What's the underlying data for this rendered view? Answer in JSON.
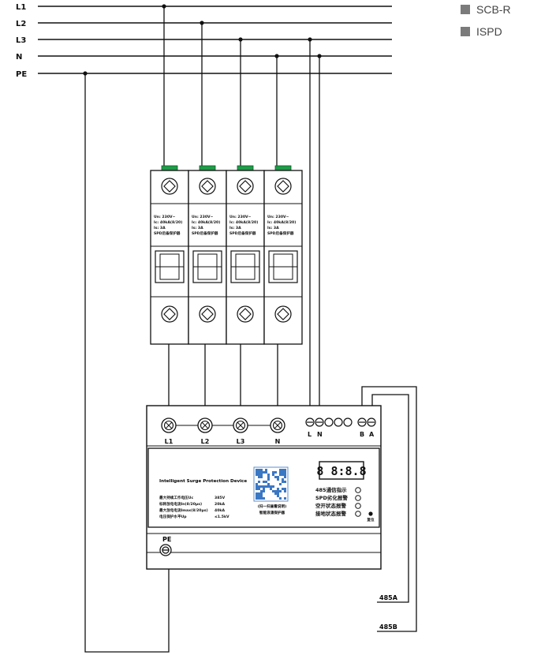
{
  "buses": [
    "L1",
    "L2",
    "L3",
    "N",
    "PE"
  ],
  "legend": [
    {
      "label": "SCB-R",
      "color": "#7b7b7b"
    },
    {
      "label": "ISPD",
      "color": "#7b7b7b"
    }
  ],
  "spd_modules": [
    {
      "l1": "Un: 230V~",
      "l2": "Ic: 40kA(8/20)",
      "l3": "Is: 3A",
      "l4": "SPD后备保护器"
    },
    {
      "l1": "Un: 230V~",
      "l2": "Ic: 40kA(8/20)",
      "l3": "Is: 3A",
      "l4": "SPD后备保护器"
    },
    {
      "l1": "Un: 230V~",
      "l2": "Ic: 40kA(8/20)",
      "l3": "Is: 3A",
      "l4": "SPD后备保护器"
    },
    {
      "l1": "Un: 230V~",
      "l2": "Ic: 40kA(8/20)",
      "l3": "Is: 3A",
      "l4": "SPD后备保护器"
    }
  ],
  "device": {
    "terminals": [
      "L1",
      "L2",
      "L3",
      "N"
    ],
    "aux_labels": {
      "l": "L",
      "n": "N",
      "b": "B",
      "a": "A"
    },
    "title": "Intelligent Surge Protection Device",
    "specs": [
      {
        "name": "最大持续工作电压Uc",
        "value": "385V"
      },
      {
        "name": "标称放电电流In(8/20μs)",
        "value": "20kA"
      },
      {
        "name": "最大放电电流Imax(8/20μs)",
        "value": "40kA"
      },
      {
        "name": "电压保护水平Up",
        "value": "≤1.5kV"
      }
    ],
    "display": "8 8:8.8",
    "qr_caption": "(扫一扫查看说明)",
    "qr_subcaption": "智能浪涌保护器",
    "indicators": [
      "485通信指示",
      "SPD劣化报警",
      "空开状态报警",
      "接地状态报警"
    ],
    "reset": "复位",
    "pe_label": "PE"
  },
  "rs485": {
    "a": "485A",
    "b": "485B"
  }
}
